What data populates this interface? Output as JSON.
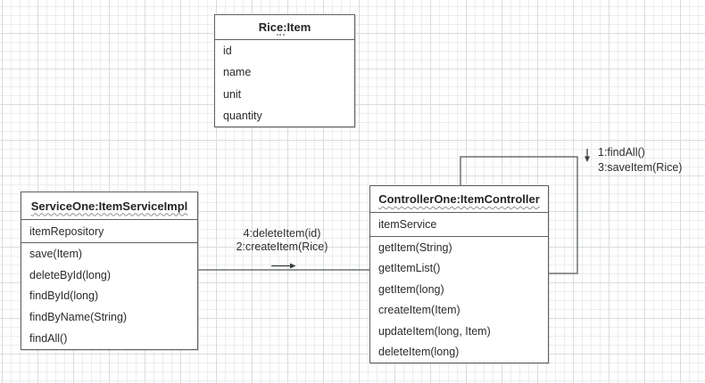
{
  "canvas": {
    "background": "#ffffff",
    "grid_minor_color": "#ebedee",
    "grid_major_color": "#d9dcdf",
    "node_border_color": "#5c5f63",
    "edge_line_color": "#6f7275",
    "arrow_color": "#3a3c3e"
  },
  "nodes": {
    "rice": {
      "title": "Rice:Item",
      "attributes": [
        "id",
        "name",
        "unit",
        "quantity"
      ]
    },
    "service": {
      "title": "ServiceOne:ItemServiceImpl",
      "attributes": [
        "itemRepository"
      ],
      "methods": [
        "save(Item)",
        "deleteById(long)",
        "findById(long)",
        "findByName(String)",
        "findAll()"
      ]
    },
    "controller": {
      "title": "ControllerOne:ItemController",
      "attributes": [
        "itemService"
      ],
      "methods": [
        "getItem(String)",
        "getItemList()",
        "getItem(long)",
        "createItem(Item)",
        "updateItem(long, Item)",
        "deleteItem(long)"
      ]
    }
  },
  "edges": {
    "service_to_controller": {
      "label_line1": "4:deleteItem(id)",
      "label_line2": "2:createItem(Rice)"
    },
    "controller_self_loop": {
      "label_line1": "1:findAll()",
      "label_line2": "3:saveItem(Rice)"
    }
  }
}
